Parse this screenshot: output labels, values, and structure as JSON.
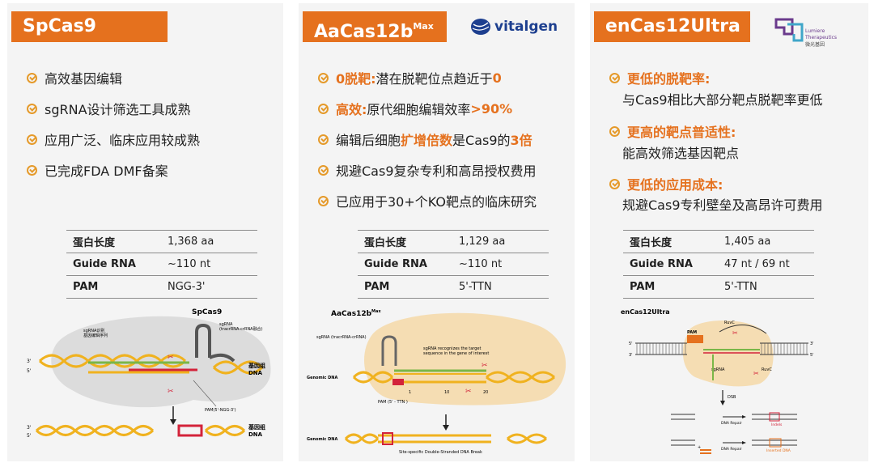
{
  "panels": [
    {
      "title": "SpCas9",
      "bullets": [
        "高效基因编辑",
        "sgRNA设计筛选工具成熟",
        "应用广泛、临床应用较成熟",
        "已完成FDA DMF备案"
      ],
      "specs": [
        {
          "key": "蛋白长度",
          "value": "1,368 aa"
        },
        {
          "key": "Guide RNA",
          "value": "~110 nt"
        },
        {
          "key": "PAM",
          "value": "NGG-3'"
        }
      ],
      "diagram": {
        "name": "SpCas9",
        "sgrna_left": "sgRNA识别\n基因编辑序列",
        "sgrna_right": "sgRNA\n(tracrRNA-crRNA融合)",
        "pam": "PAM(5'-NGG-3')",
        "genome_label": "基因组\nDNA",
        "genome_label2": "基因组\nDNA"
      }
    },
    {
      "title": "AaCas12b",
      "title_sup": "Max",
      "logo_text": "vitalgen",
      "bullets": [
        {
          "hl": "0脱靶:",
          "t": "潜在脱靶位点趋近于",
          "hl2": "0"
        },
        {
          "hl": "高效:",
          "t": "原代细胞编辑效率",
          "hl2": ">90%"
        },
        {
          "pre": "编辑后细胞",
          "hl": "扩增倍数",
          "t": "是Cas9的",
          "hl2": "3倍"
        },
        {
          "t": "规避Cas9复杂专利和高昂授权费用"
        },
        {
          "t": "已应用于30+个KO靶点的临床研究"
        }
      ],
      "specs": [
        {
          "key": "蛋白长度",
          "value": "1,129 aa"
        },
        {
          "key": "Guide RNA",
          "value": "~110 nt"
        },
        {
          "key": "PAM",
          "value": "5'-TTN"
        }
      ],
      "diagram": {
        "name": "AaCas12b",
        "name_sup": "Max",
        "sgrna": "sgRNA (tracrRNA-crRNA)",
        "target_note": "sgRNA recognizes the target\nsequence in the gene of interest",
        "genomic": "Genomic DNA",
        "pam": "PAM (5' - TTN )",
        "ticks": [
          "1",
          "10",
          "20"
        ],
        "break_note": "Site-specific Double-Stranded DNA Break"
      }
    },
    {
      "title": "enCas12Ultra",
      "logo_text": "Lumiere\nTherapeutics\n微光基因",
      "items": [
        {
          "head": "更低的脱靶率:",
          "sub": "与Cas9相比大部分靶点脱靶率更低"
        },
        {
          "head": "更高的靶点普适性:",
          "sub": "能高效筛选基因靶点"
        },
        {
          "head": "更低的应用成本:",
          "sub": "规避Cas9专利壁垒及高昂许可费用"
        }
      ],
      "specs": [
        {
          "key": "蛋白长度",
          "value": "1,405 aa"
        },
        {
          "key": "Guide RNA",
          "value": "47 nt / 69 nt"
        },
        {
          "key": "PAM",
          "value": "5'-TTN"
        }
      ],
      "diagram": {
        "name": "enCas12Ultra",
        "pam": "PAM",
        "ruvc1": "RuvC",
        "ruvc2": "RuvC",
        "sgrna": "sgRNA",
        "dsb": "DSB",
        "repair1": "DNA Repair",
        "repair2": "DNA Repair",
        "indels": "Indels",
        "inserted": "Inserted DNA"
      }
    }
  ],
  "colors": {
    "accent": "#e5711e",
    "check": "#e59a2a",
    "dna_yellow": "#f0b21f",
    "dna_red": "#d3233a",
    "dna_green": "#7ab648",
    "vitalgen_blue": "#1d3f8f",
    "lumiere_purple": "#6a3a8c"
  }
}
